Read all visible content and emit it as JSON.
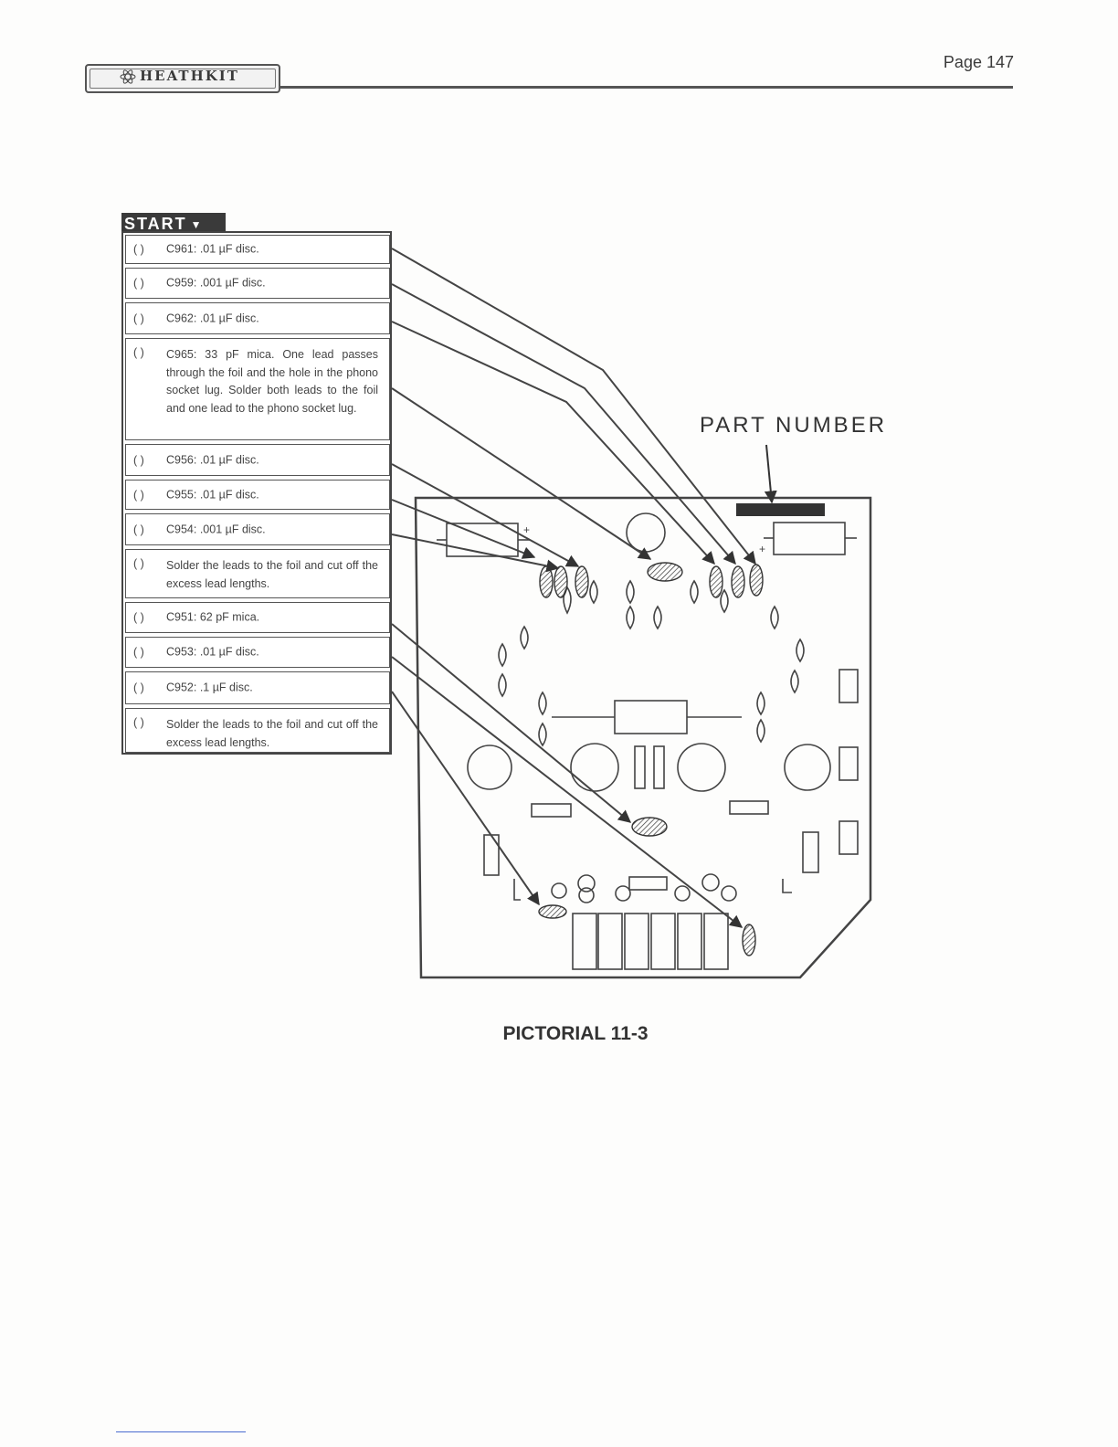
{
  "header": {
    "logo_text": "HEATHKIT",
    "page_number": "Page 147"
  },
  "start_label": "START",
  "steps": [
    {
      "check": "(  )",
      "text": "C961: .01 µF disc."
    },
    {
      "check": "(  )",
      "text": "C959: .001 µF disc."
    },
    {
      "check": "(  )",
      "text": "C962: .01 µF disc."
    },
    {
      "check": "(  )",
      "text": "C965: 33 pF mica. One lead passes through the foil and the hole in the phono socket lug. Solder both leads to the foil and one lead to the phono socket lug."
    },
    {
      "check": "(  )",
      "text": "C956: .01 µF disc."
    },
    {
      "check": "(  )",
      "text": "C955: .01 µF disc."
    },
    {
      "check": "(  )",
      "text": "C954: .001 µF disc."
    },
    {
      "check": "(  )",
      "text": "Solder the leads to the foil and cut off the excess lead lengths."
    },
    {
      "check": "(  )",
      "text": "C951: 62 pF mica."
    },
    {
      "check": "(  )",
      "text": "C953: .01 µF disc."
    },
    {
      "check": "(  )",
      "text": "C952: .1 µF disc."
    },
    {
      "check": "(  )",
      "text": "Solder the leads to the foil and cut off the excess lead lengths."
    }
  ],
  "diagram": {
    "part_number_label": "PART NUMBER",
    "caption": "PICTORIAL 11-3"
  }
}
